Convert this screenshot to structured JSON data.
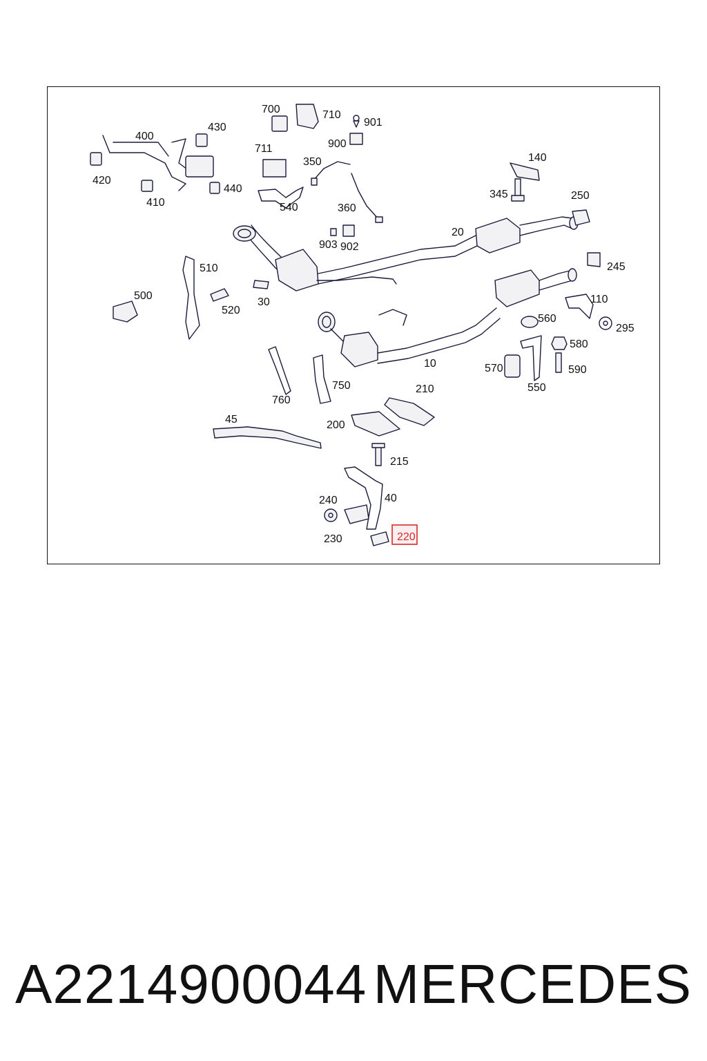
{
  "diagram": {
    "highlight_color": "#d62a2a",
    "highlighted_label": "220",
    "labels": [
      "700",
      "710",
      "901",
      "430",
      "400",
      "900",
      "711",
      "350",
      "140",
      "420",
      "410",
      "440",
      "540",
      "360",
      "345",
      "250",
      "20",
      "903",
      "902",
      "510",
      "245",
      "500",
      "30",
      "520",
      "110",
      "560",
      "295",
      "580",
      "570",
      "590",
      "550",
      "10",
      "760",
      "750",
      "210",
      "45",
      "200",
      "215",
      "240",
      "40",
      "230",
      "220"
    ]
  },
  "footer": {
    "part_number": "A2214900044",
    "brand": "MERCEDES"
  }
}
